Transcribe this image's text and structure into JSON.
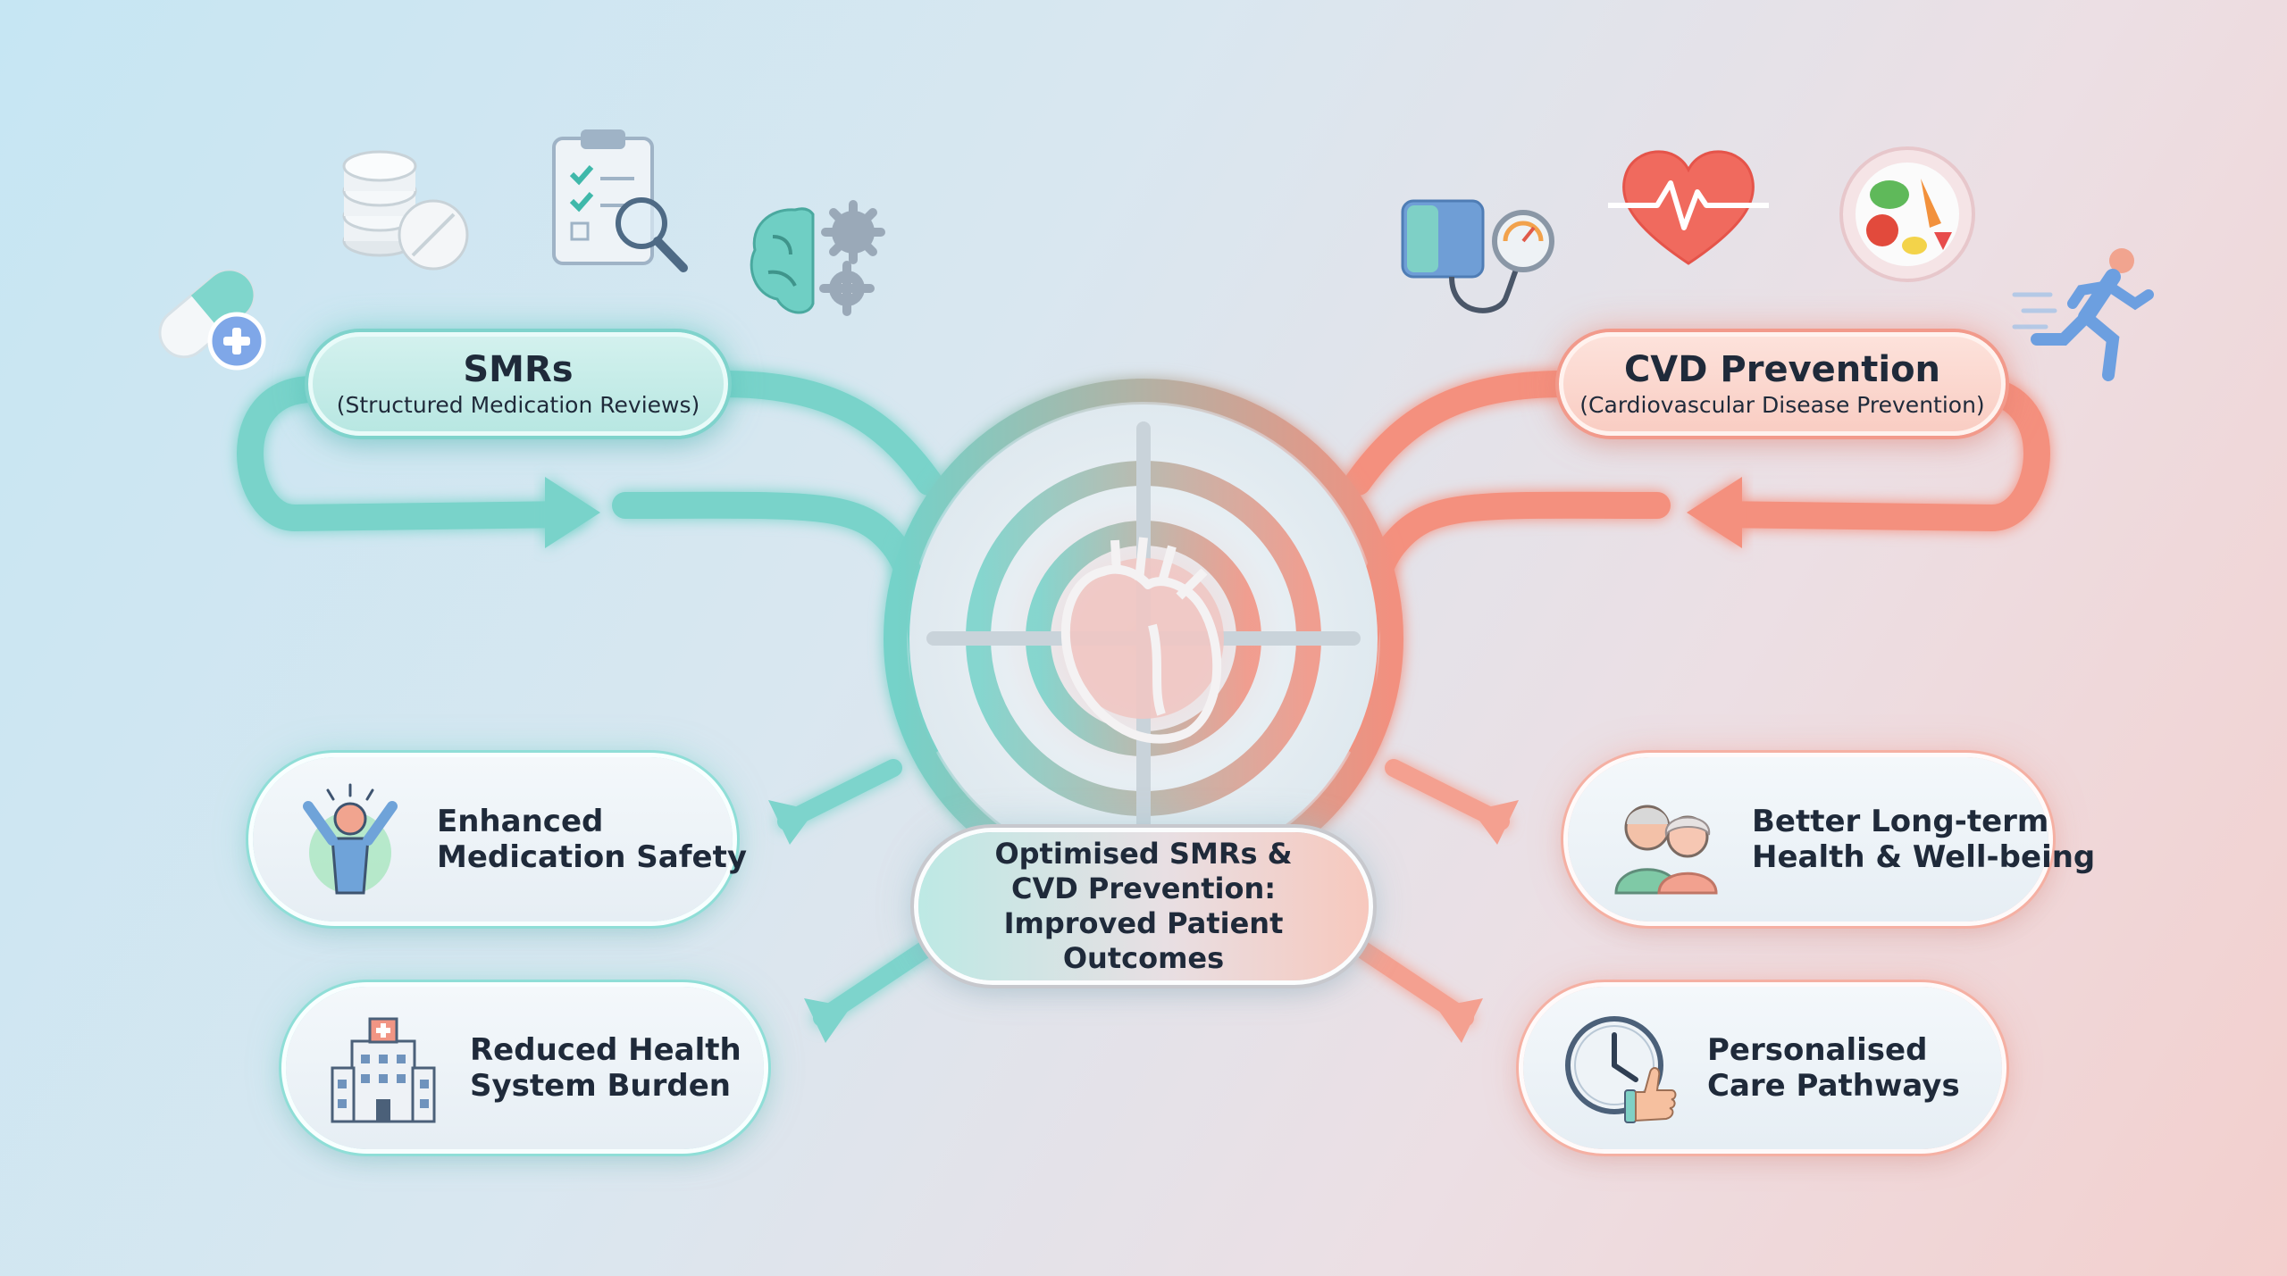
{
  "colors": {
    "teal": "#6fcfc6",
    "coral": "#f28a78",
    "text": "#1f2a3a"
  },
  "left_header": {
    "title": "SMRs",
    "subtitle": "(Structured Medication Reviews)"
  },
  "right_header": {
    "title": "CVD Prevention",
    "subtitle": "(Cardiovascular Disease Prevention)"
  },
  "center": {
    "lines": [
      "Optimised SMRs &",
      "CVD Prevention:",
      "Improved Patient Outcomes"
    ]
  },
  "outcomes": {
    "medication_safety": {
      "lines": [
        "Enhanced",
        "Medication Safety"
      ],
      "icon": "person-cheering-icon"
    },
    "health_burden": {
      "lines": [
        "Reduced Health",
        "System Burden"
      ],
      "icon": "hospital-icon"
    },
    "long_term": {
      "lines": [
        "Better Long-term",
        "Health & Well-being"
      ],
      "icon": "elderly-couple-icon"
    },
    "care_pathways": {
      "lines": [
        "Personalised",
        "Care Pathways"
      ],
      "icon": "clock-thumbs-up-icon"
    }
  },
  "left_icons": [
    "capsule-plus-icon",
    "pills-stack-icon",
    "clipboard-search-icon",
    "brain-gears-icon"
  ],
  "right_icons": [
    "blood-pressure-icon",
    "heart-pulse-icon",
    "healthy-food-icon",
    "running-person-icon"
  ]
}
